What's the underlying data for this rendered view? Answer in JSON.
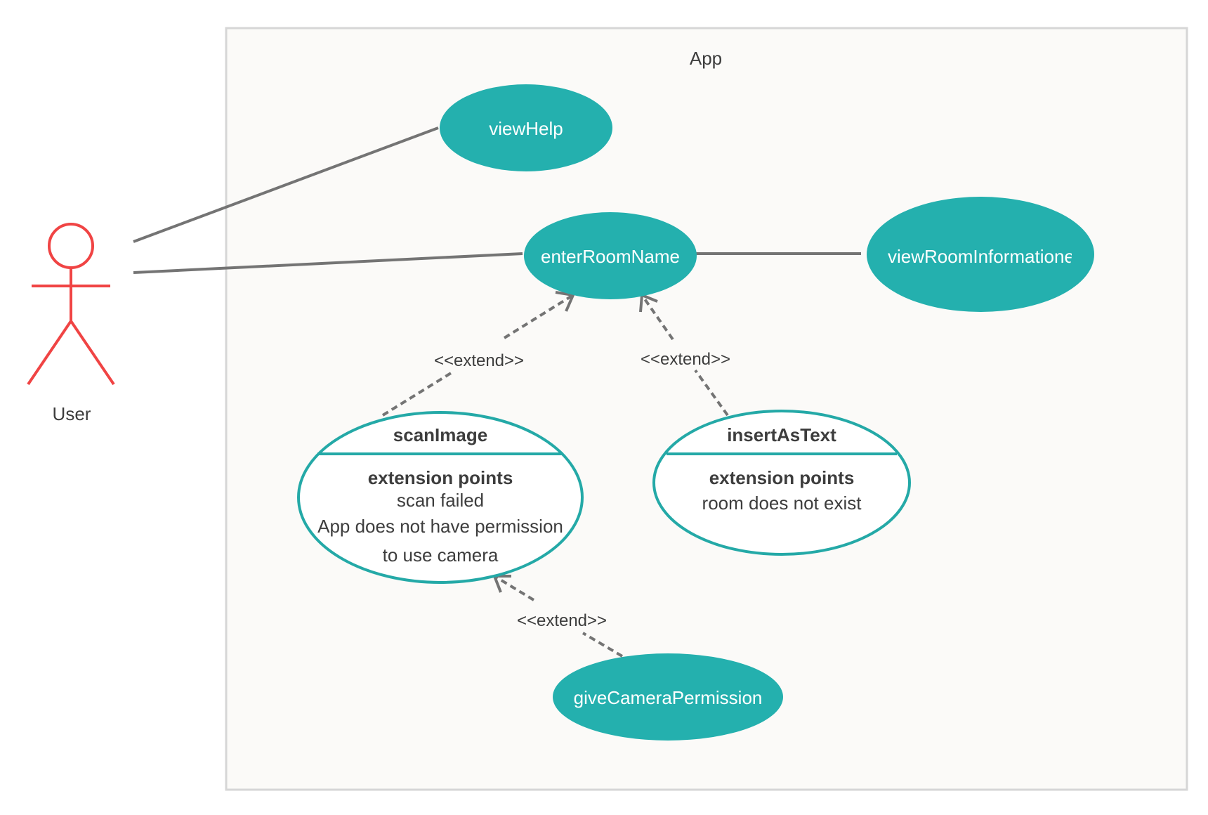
{
  "colors": {
    "background": "#ffffff",
    "boundary_fill": "#fbfaf8",
    "boundary_stroke": "#d6d6d6",
    "usecase_fill": "#24b0ae",
    "usecase_outline": "#24a9a7",
    "actor": "#f04444",
    "line": "#747474",
    "text_dark": "#3d3d3d",
    "text_white": "#ffffff"
  },
  "system": {
    "title": "App"
  },
  "actor": {
    "name": "User"
  },
  "use_cases": {
    "view_help": "viewHelp",
    "enter_room_name": "enterRoomName",
    "view_room_info": "viewRoomInformationes",
    "give_camera_permission": "giveCameraPermission",
    "scan_image": {
      "title": "scanImage",
      "extension_header": "extension points",
      "points": [
        "scan failed",
        "App does not have permission",
        "to use camera"
      ]
    },
    "insert_as_text": {
      "title": "insertAsText",
      "extension_header": "extension points",
      "points": [
        "room does not exist"
      ]
    }
  },
  "relations": {
    "extend_label": "<<extend>>"
  }
}
